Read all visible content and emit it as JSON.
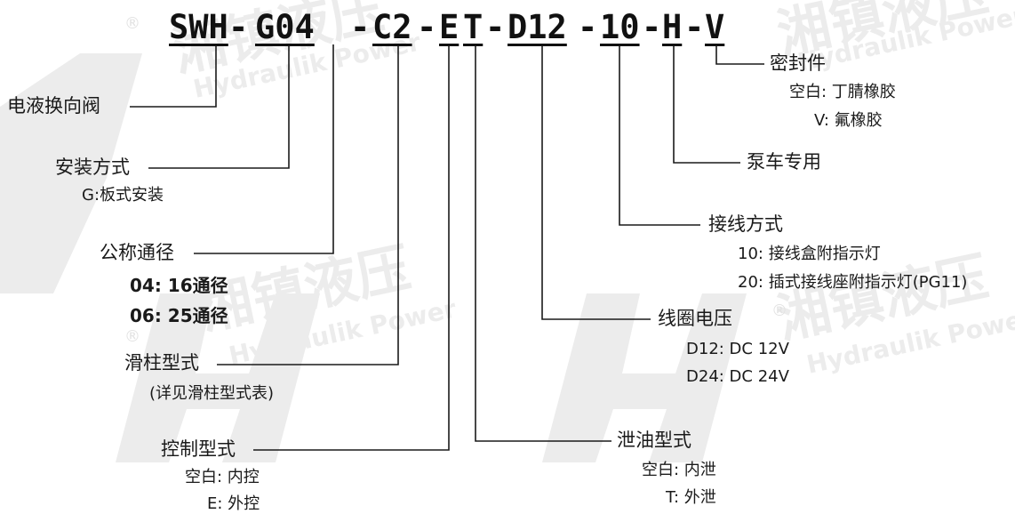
{
  "watermark": {
    "brand": "湘镇液压",
    "sub": "Hydraulik Power",
    "mark": "®"
  },
  "model_code": {
    "segments": [
      "SWH",
      "-",
      "G04",
      "-",
      "C2",
      "-",
      "E",
      "T",
      "-",
      "D12",
      "-",
      "10",
      "-",
      "H",
      "-",
      "V"
    ]
  },
  "left": {
    "type": {
      "title": "电液换向阀"
    },
    "mount": {
      "title": "安装方式",
      "opts": [
        "G:板式安装"
      ]
    },
    "size": {
      "title": "公称通径",
      "opts": [
        "04: 16通径",
        "06: 25通径"
      ]
    },
    "spool": {
      "title": "滑柱型式",
      "opts": [
        "(详见滑柱型式表)"
      ]
    },
    "pilot": {
      "title": "控制型式",
      "opts": [
        "空白: 内控",
        "E: 外控"
      ]
    }
  },
  "right": {
    "seal": {
      "title": "密封件",
      "opts": [
        "空白: 丁腈橡胶",
        "V: 氟橡胶"
      ]
    },
    "pump": {
      "title": "泵车专用"
    },
    "wiring": {
      "title": "接线方式",
      "opts": [
        "10: 接线盒附指示灯",
        "20: 插式接线座附指示灯(PG11)"
      ]
    },
    "coil": {
      "title": "线圈电压",
      "opts": [
        "D12: DC 12V",
        "D24: DC 24V"
      ]
    },
    "drain": {
      "title": "泄油型式",
      "opts": [
        "空白: 内泄",
        "T: 外泄"
      ]
    }
  }
}
